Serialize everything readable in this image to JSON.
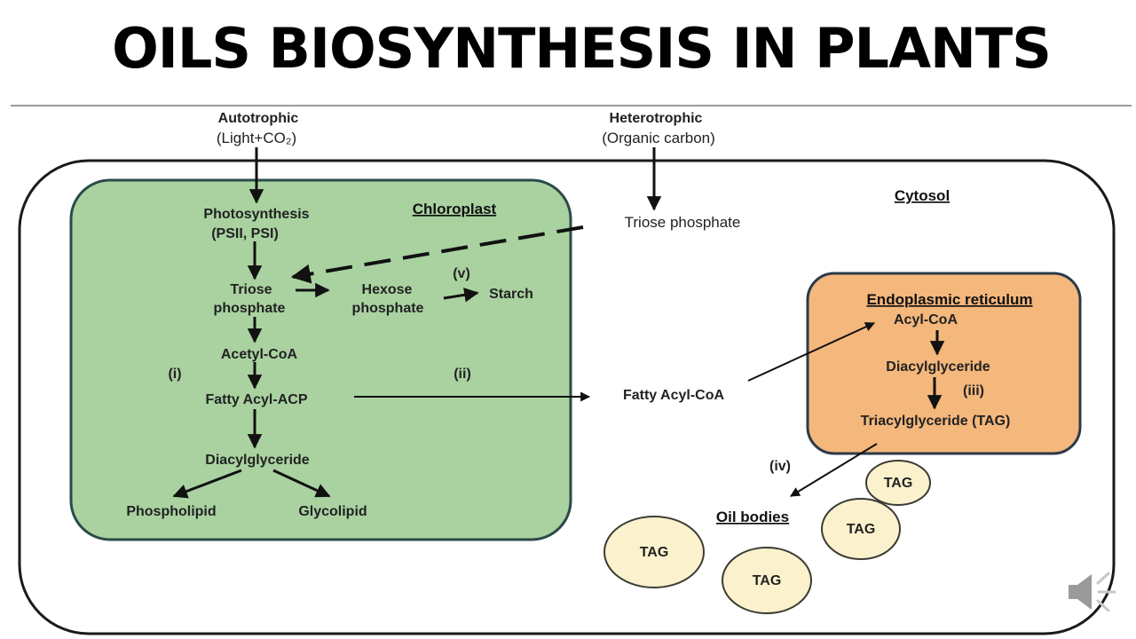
{
  "title": "OILS BIOSYNTHESIS IN PLANTS",
  "sources": {
    "autotrophic": "Autotrophic",
    "autotrophic_sub": "(Light+CO₂)",
    "heterotrophic": "Heterotrophic",
    "heterotrophic_sub": "(Organic carbon)"
  },
  "compartments": {
    "chloroplast": "Chloroplast",
    "cytosol": "Cytosol",
    "er": "Endoplasmic reticulum",
    "oil_bodies": "Oil bodies"
  },
  "chloroplast_nodes": {
    "photosynthesis": "Photosynthesis",
    "photosystems": "(PSII, PSI)",
    "triose_1": "Triose",
    "triose_2": "phosphate",
    "hexose_1": "Hexose",
    "hexose_2": "phosphate",
    "starch": "Starch",
    "acetyl_coa": "Acetyl-CoA",
    "fatty_acyl_acp": "Fatty Acyl-ACP",
    "diacylglyceride": "Diacylglyceride",
    "phospholipid": "Phospholipid",
    "glycolipid": "Glycolipid"
  },
  "cytosol_nodes": {
    "triose_phosphate": "Triose phosphate",
    "fatty_acyl_coa": "Fatty Acyl-CoA"
  },
  "er_nodes": {
    "acyl_coa": "Acyl-CoA",
    "diacylglyceride": "Diacylglyceride",
    "tag": "Triacylglyceride (TAG)"
  },
  "step_labels": {
    "i": "(i)",
    "ii": "(ii)",
    "iii": "(iii)",
    "iv": "(iv)",
    "v": "(v)"
  },
  "oil_body_tag": "TAG",
  "colors": {
    "chloroplast_fill": "#a9d2a0",
    "chloroplast_stroke": "#2b4a4a",
    "er_fill": "#f4b77c",
    "er_stroke": "#2b3a4a",
    "oil_body_fill": "#fbf2cd",
    "oil_body_stroke": "#3c3c34",
    "cell_stroke": "#1a1a1a"
  },
  "icons": {
    "speaker": "speaker-icon"
  }
}
